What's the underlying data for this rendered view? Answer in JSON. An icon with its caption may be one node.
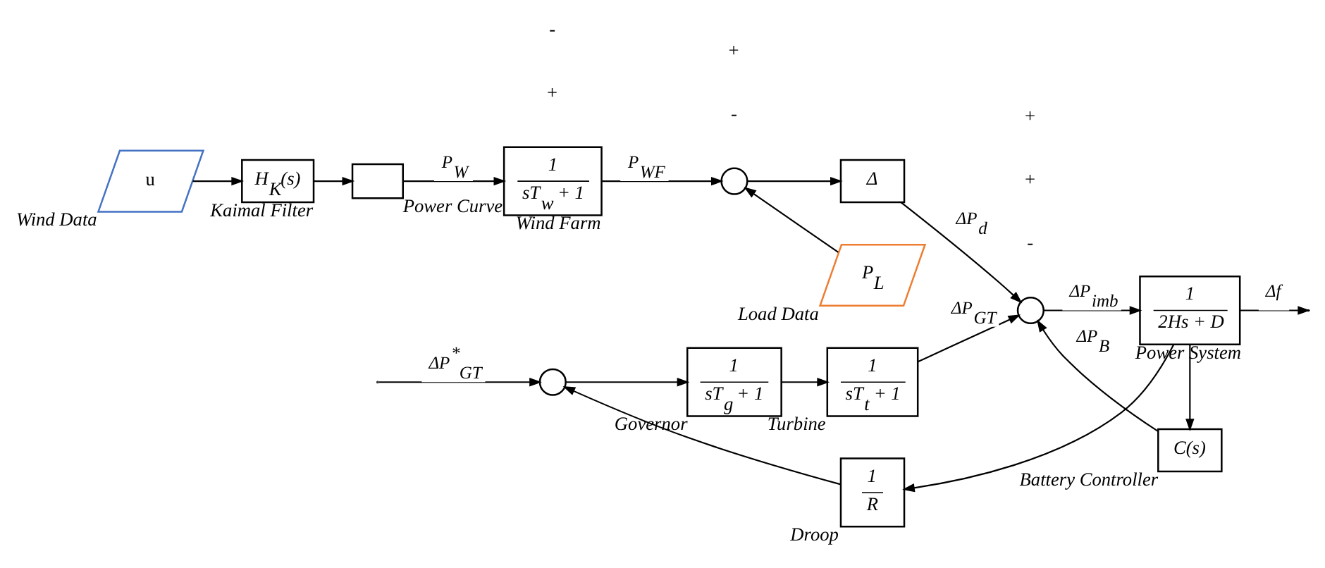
{
  "diagram": {
    "nodes": [
      {
        "text": [
          "u"
        ],
        "beside": [
          "Wind Data"
        ]
      },
      {
        "text": [
          "H$_{K}$(s)"
        ],
        "beside": [
          "Kaimal Filter"
        ]
      },
      {
        "text": [],
        "shape": "box",
        "beside": [
          "Power Curve"
        ]
      },
      {
        "text": [
          "1",
          "sT$_{w}$ + 1"
        ],
        "beside": [
          "Wind Farm"
        ]
      },
      {
        "text": [],
        "shape": "circle"
      },
      {
        "text": [
          "P$_{L}$"
        ],
        "beside": [
          "Load Data"
        ]
      },
      {
        "text": [
          "Δ"
        ]
      },
      {
        "text": [],
        "shape": "circle"
      },
      {
        "text": [
          "1",
          "sT$_{g}$ + 1"
        ],
        "beside": [
          "Governor"
        ]
      },
      {
        "text": [
          "1",
          "sT$_{t}$ + 1"
        ],
        "beside": [
          "Turbine"
        ]
      },
      {
        "text": [],
        "shape": "circle"
      },
      {
        "text": [
          "1",
          "2Hs + D"
        ],
        "beside": [
          "Power System"
        ]
      },
      {
        "text": [
          "C(s)"
        ],
        "beside": [
          "Battery Controller"
        ]
      },
      {
        "text": [
          "1",
          "R"
        ],
        "beside": [
          "Droop"
        ]
      }
    ],
    "edges": [
      {
        "from": 0,
        "to": 1,
        "arrow": "to"
      },
      {
        "from": 1,
        "to": 2,
        "arrow": "to"
      },
      {
        "from": 2,
        "to": 3,
        "arrow": "to",
        "label": "P$_{W}$"
      },
      {
        "from": 3,
        "to": 4,
        "arrow": "to",
        "label": "P$_{WF}$"
      },
      {
        "from": 5,
        "to": 4,
        "arrow": "to"
      },
      {
        "from": 4,
        "to": 6,
        "arrow": "to"
      },
      {
        "from": 6,
        "to": 10,
        "arrow": "to",
        "label": "ΔP$_{d}$"
      },
      {
        "from": null,
        "to": 7,
        "arrow": "to",
        "label": "ΔP$^{*}$$_{GT}$"
      },
      {
        "from": 7,
        "to": 8,
        "arrow": "to"
      },
      {
        "from": 8,
        "to": 9,
        "arrow": "to"
      },
      {
        "from": 9,
        "to": 10,
        "arrow": "to",
        "label": "ΔP$_{GT}$"
      },
      {
        "from": 10,
        "to": 11,
        "arrow": "to",
        "label": "ΔP$_{imb}$"
      },
      {
        "from": 11,
        "to": null,
        "arrow": "to",
        "label": "Δf"
      },
      {
        "from": 11,
        "to": 12,
        "arrow": "to"
      },
      {
        "from": 12,
        "to": 10,
        "arrow": "to",
        "label": "ΔP$_{B}$"
      },
      {
        "from": 11,
        "to": 13,
        "arrow": "to"
      },
      {
        "from": 13,
        "to": 7,
        "arrow": "to"
      }
    ],
    "labels": [
      "-",
      "+",
      "+",
      "-",
      "-",
      "+",
      "+"
    ]
  }
}
